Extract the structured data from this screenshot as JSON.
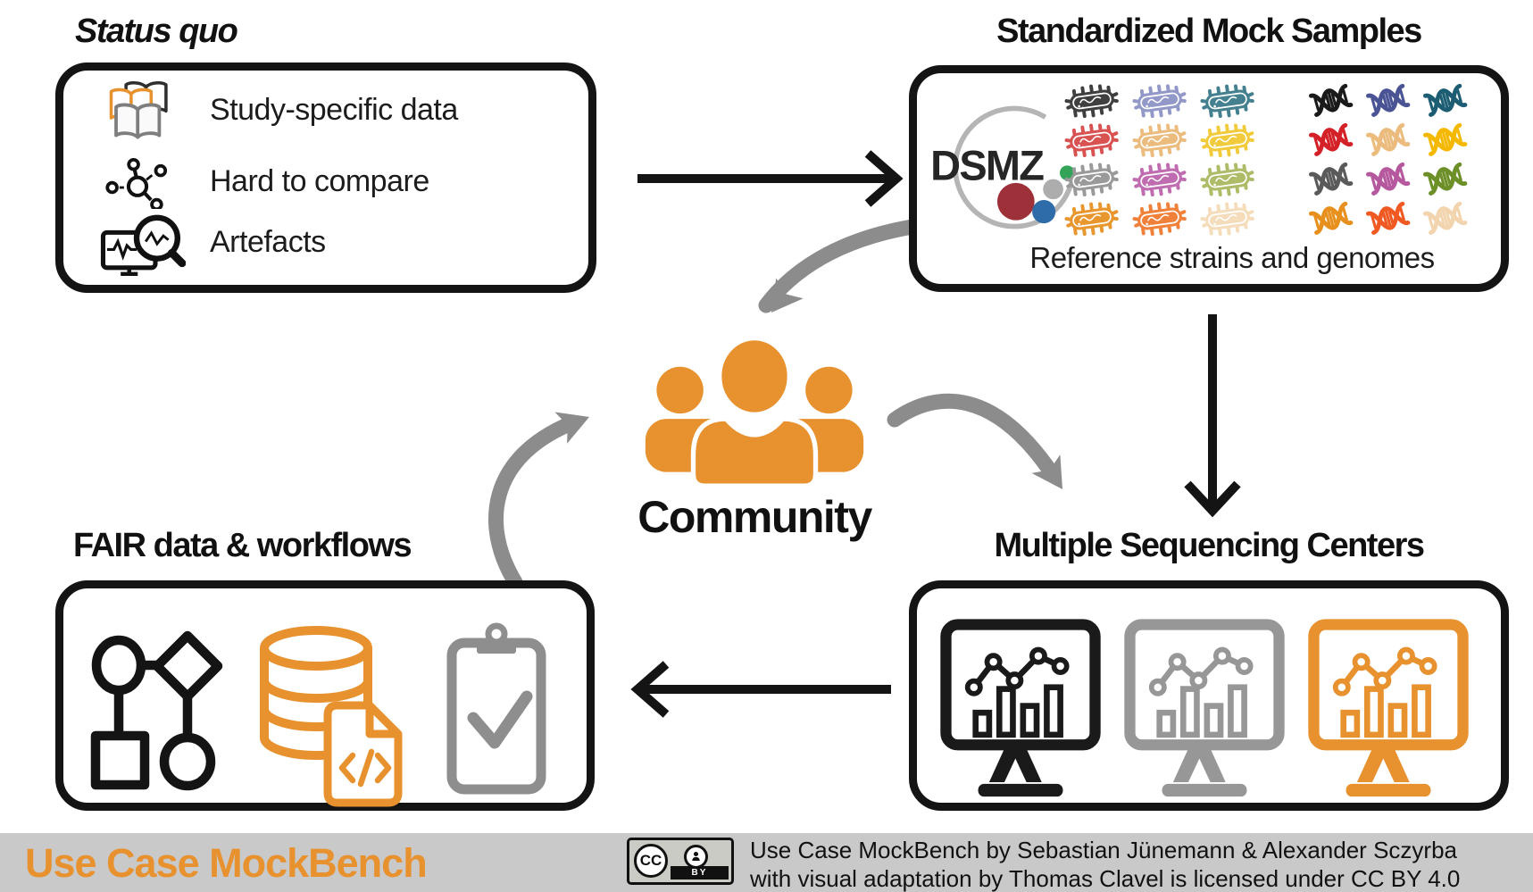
{
  "palette": {
    "accent_orange": "#E8912F",
    "arrow_gray": "#8C8C8C",
    "ink": "#141414",
    "footer_bg": "#C9C9C9"
  },
  "status_quo": {
    "title": "Status quo",
    "items": [
      {
        "icon": "books-icon",
        "label": "Study-specific data"
      },
      {
        "icon": "network-icon",
        "label": "Hard to compare"
      },
      {
        "icon": "monitor-magnifier-icon",
        "label": "Artefacts"
      }
    ]
  },
  "mock_samples": {
    "title": "Standardized Mock Samples",
    "logo_text": "DSMZ",
    "caption": "Reference strains and genomes",
    "bacteria_colors": [
      "#3F3F3F",
      "#9299C8",
      "#44808F",
      "#D95252",
      "#EBBC7E",
      "#F2CB3D",
      "#9A9A9A",
      "#C06CB0",
      "#AEBC68",
      "#E8962E",
      "#F0813B",
      "#F5DDBB"
    ],
    "dna_colors": [
      "#1A1A1A",
      "#4A5494",
      "#1D5D73",
      "#D42027",
      "#EBBC7E",
      "#F5B800",
      "#5A5A5A",
      "#B5589D",
      "#6D8F28",
      "#E8901D",
      "#F05A22",
      "#F2D4AE"
    ]
  },
  "community": {
    "label": "Community"
  },
  "sequencing_centers": {
    "title": "Multiple Sequencing Centers",
    "monitor_colors": [
      "#1A1A1A",
      "#979797",
      "#E8912F"
    ]
  },
  "fair_workflows": {
    "title": "FAIR data & workflows"
  },
  "footer": {
    "brand": "Use Case MockBench",
    "badge": {
      "cc_label": "CC",
      "by_label": "BY"
    },
    "license_lines": [
      "Use Case MockBench by Sebastian Jünemann & Alexander Sczyrba",
      "with visual adaptation by Thomas Clavel is licensed under CC BY 4.0"
    ]
  }
}
